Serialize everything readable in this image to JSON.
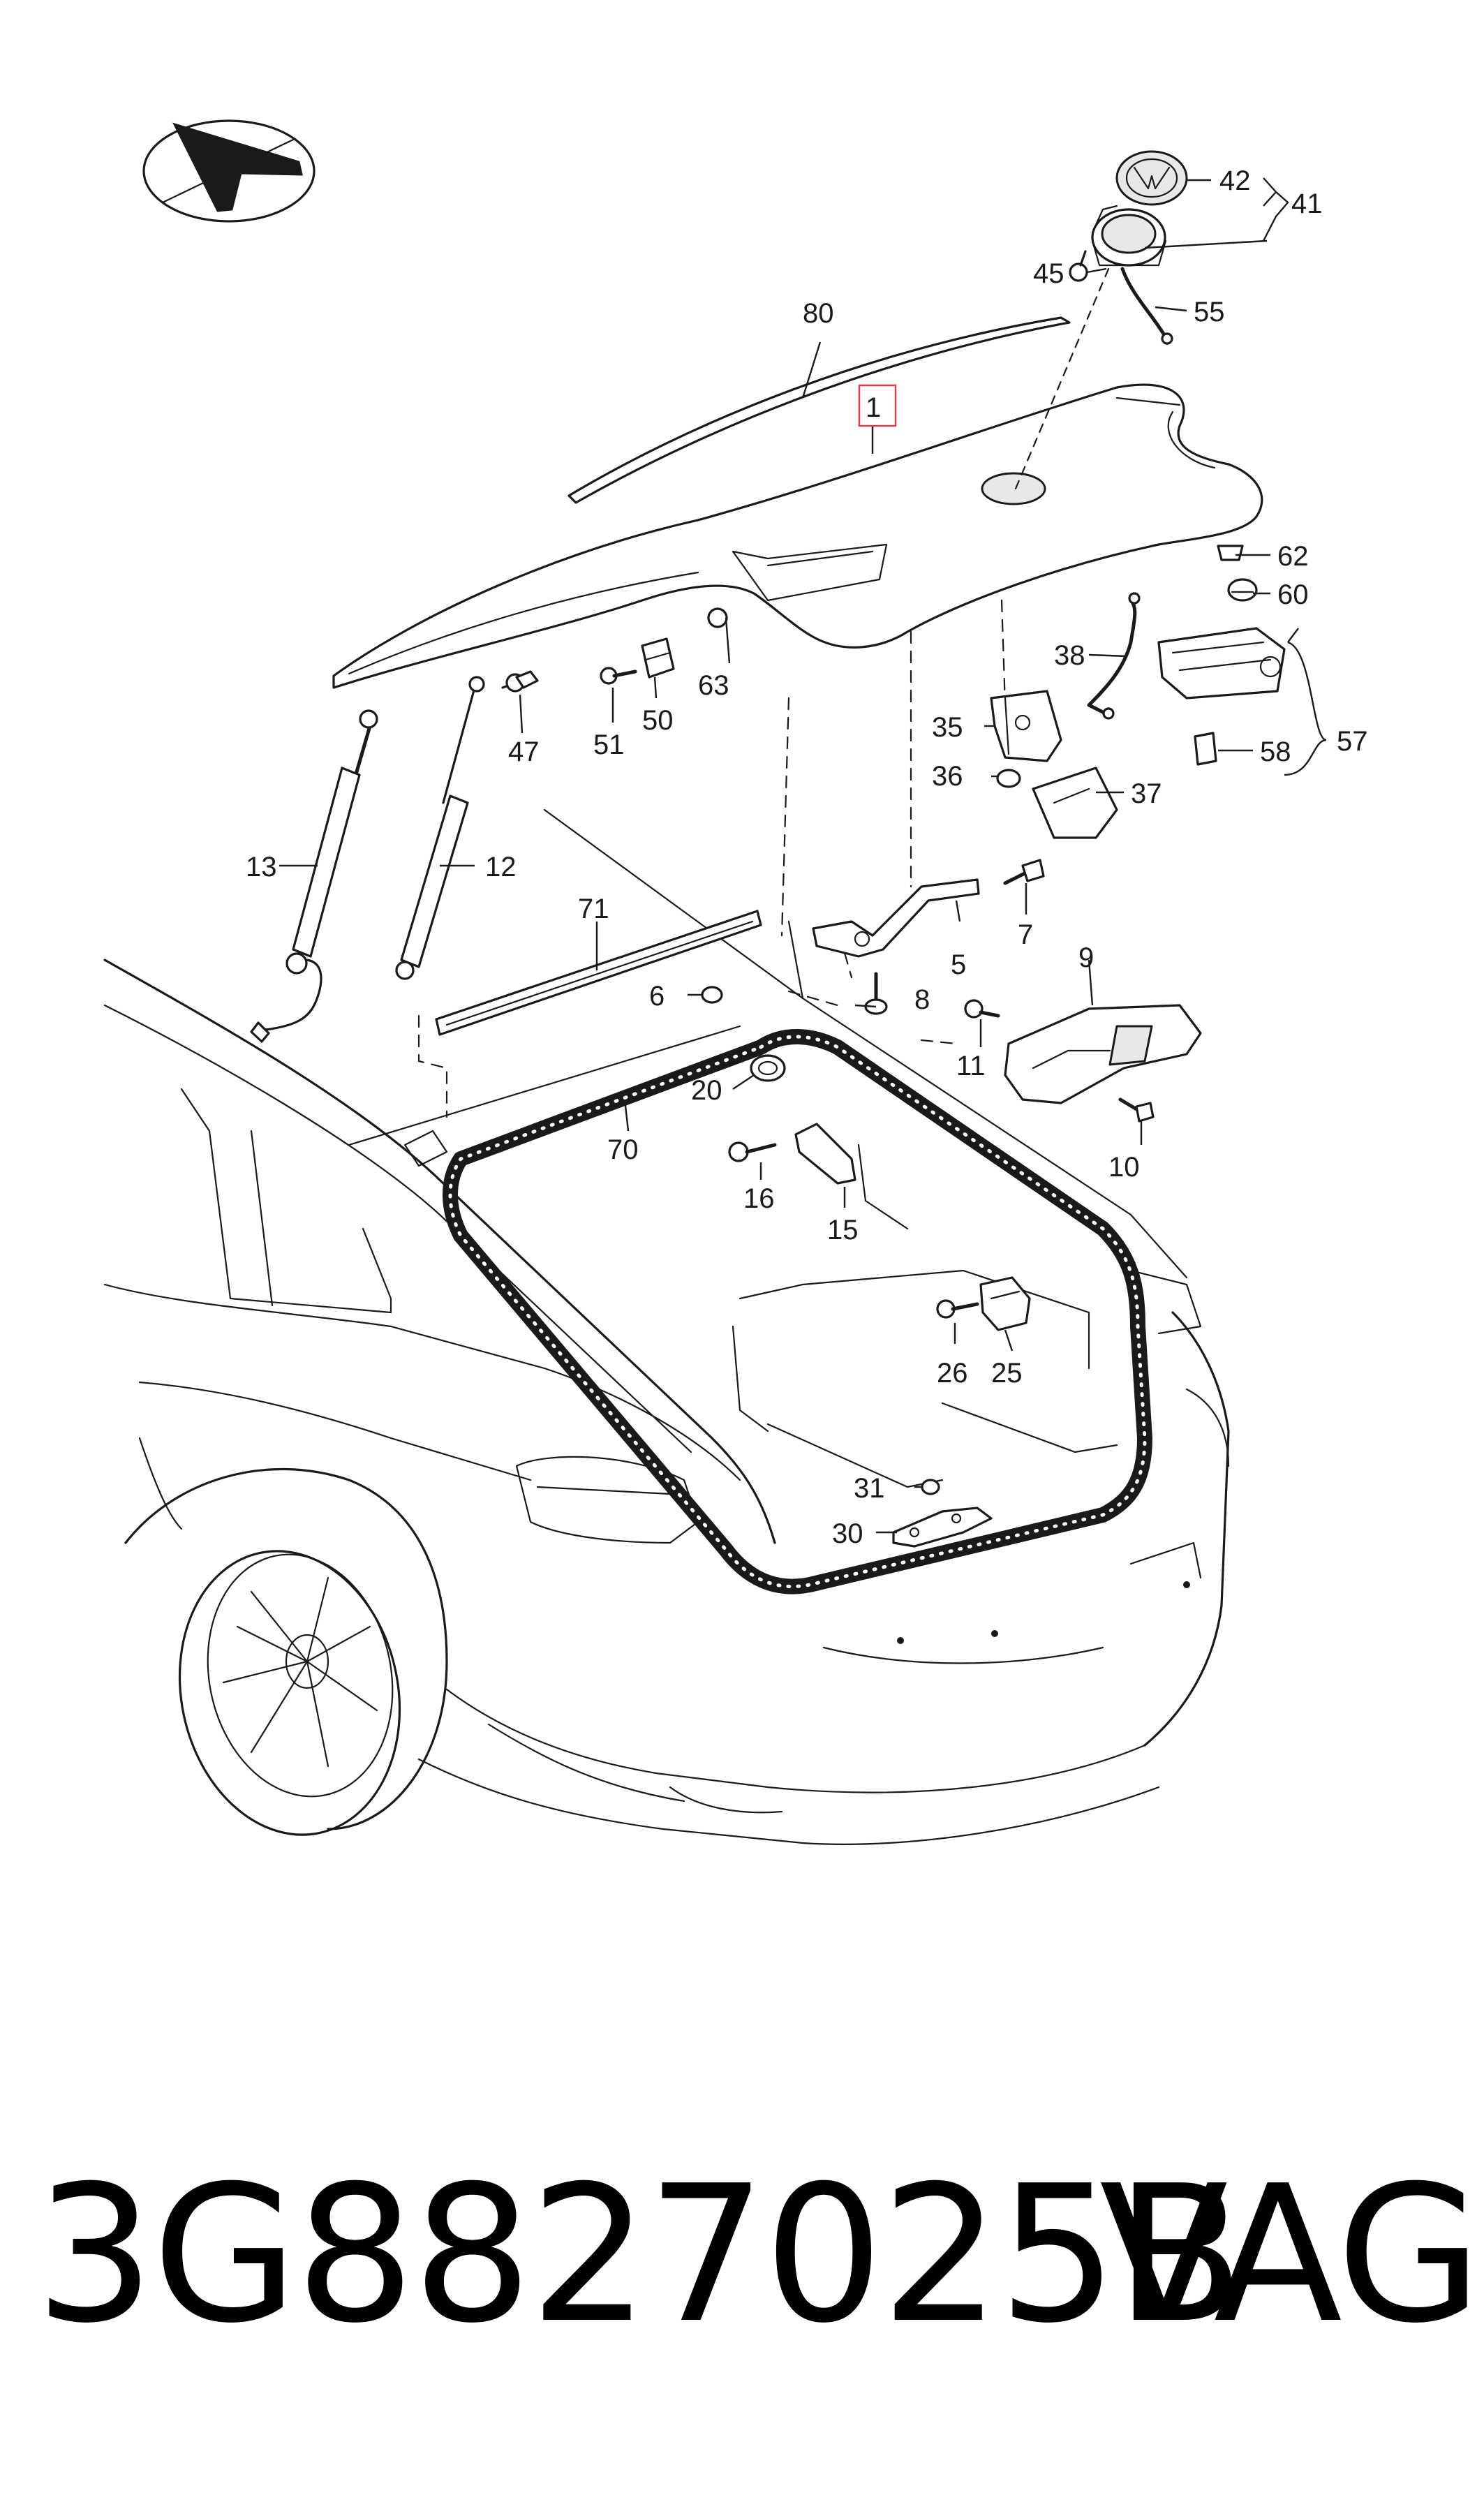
{
  "callouts": [
    {
      "id": "c1",
      "text": "1"
    },
    {
      "id": "c5",
      "text": "5"
    },
    {
      "id": "c6",
      "text": "6"
    },
    {
      "id": "c7",
      "text": "7"
    },
    {
      "id": "c8",
      "text": "8"
    },
    {
      "id": "c9",
      "text": "9"
    },
    {
      "id": "c10",
      "text": "10"
    },
    {
      "id": "c11",
      "text": "11"
    },
    {
      "id": "c12",
      "text": "12"
    },
    {
      "id": "c13",
      "text": "13"
    },
    {
      "id": "c15",
      "text": "15"
    },
    {
      "id": "c16",
      "text": "16"
    },
    {
      "id": "c20",
      "text": "20"
    },
    {
      "id": "c25",
      "text": "25"
    },
    {
      "id": "c26",
      "text": "26"
    },
    {
      "id": "c30",
      "text": "30"
    },
    {
      "id": "c31",
      "text": "31"
    },
    {
      "id": "c35",
      "text": "35"
    },
    {
      "id": "c36",
      "text": "36"
    },
    {
      "id": "c37",
      "text": "37"
    },
    {
      "id": "c38",
      "text": "38"
    },
    {
      "id": "c41",
      "text": "41"
    },
    {
      "id": "c42",
      "text": "42"
    },
    {
      "id": "c45",
      "text": "45"
    },
    {
      "id": "c47",
      "text": "47"
    },
    {
      "id": "c50",
      "text": "50"
    },
    {
      "id": "c51",
      "text": "51"
    },
    {
      "id": "c55",
      "text": "55"
    },
    {
      "id": "c57",
      "text": "57"
    },
    {
      "id": "c58",
      "text": "58"
    },
    {
      "id": "c60",
      "text": "60"
    },
    {
      "id": "c62",
      "text": "62"
    },
    {
      "id": "c63",
      "text": "63"
    },
    {
      "id": "c70",
      "text": "70"
    },
    {
      "id": "c71",
      "text": "71"
    },
    {
      "id": "c80",
      "text": "80"
    }
  ],
  "highlighted_callout": "1",
  "footer": {
    "part_number": "3G8827025B",
    "brand": "VAG"
  },
  "icons": {
    "orientation": "direction-arrow-icon"
  }
}
